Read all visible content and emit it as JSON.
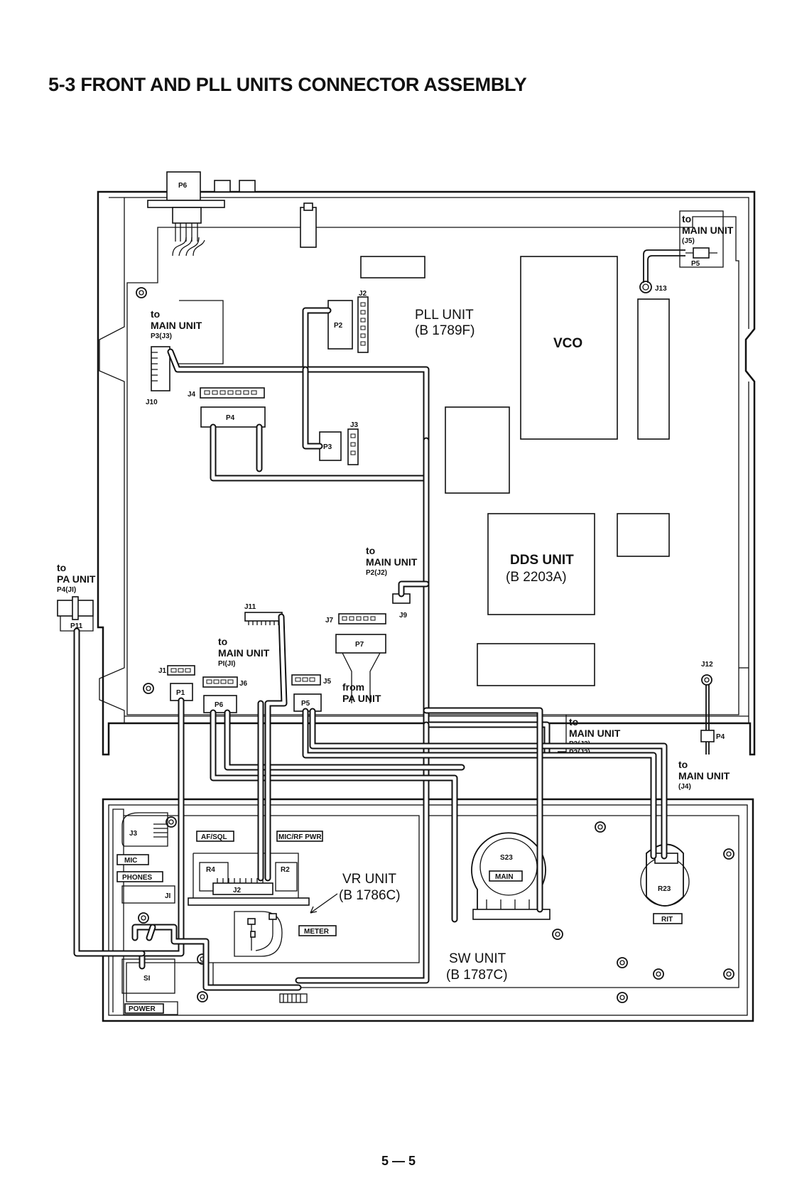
{
  "page": {
    "title": "5-3 FRONT AND PLL UNITS CONNECTOR ASSEMBLY",
    "page_number": "5 — 5"
  },
  "units": {
    "pll": {
      "name": "PLL UNIT",
      "code": "(B 1789F)"
    },
    "vco": {
      "name": "VCO"
    },
    "dds": {
      "name": "DDS UNIT",
      "code": "(B 2203A)"
    },
    "vr": {
      "name": "VR UNIT",
      "code": "(B 1786C)"
    },
    "sw": {
      "name": "SW UNIT",
      "code": "(B 1787C)"
    }
  },
  "connectors": {
    "p6_rear": "P6",
    "j2_pll": "J2",
    "p2": "P2",
    "j10": "J10",
    "j4": "J4",
    "p4": "P4",
    "j3_pll": "J3",
    "p3": "P3",
    "j13": "J13",
    "p5_top": "P5",
    "j9": "J9",
    "j7": "J7",
    "p7": "P7",
    "j11": "J11",
    "j1": "J1",
    "p1": "P1",
    "j6": "J6",
    "p6": "P6",
    "j5": "J5",
    "p5": "P5",
    "p11": "P11",
    "j12": "J12",
    "p4_right": "P4",
    "j3_vr": "J3",
    "j1_vr": "JI",
    "j2_vr": "J2",
    "r4": "R4",
    "r2": "R2",
    "s1": "SI",
    "s23": "S23",
    "r23": "R23"
  },
  "labels": {
    "to_main_j5": {
      "to": "to",
      "dest": "MAIN UNIT",
      "ref": "(J5)"
    },
    "to_main_p3j3": {
      "to": "to",
      "dest": "MAIN UNIT",
      "ref": "P3(J3)"
    },
    "to_main_p2j2": {
      "to": "to",
      "dest": "MAIN UNIT",
      "ref": "P2(J2)"
    },
    "to_pa": {
      "to": "to",
      "dest": "PA UNIT",
      "ref": "P4(JI)"
    },
    "to_main_p1j1": {
      "to": "to",
      "dest": "MAIN UNIT",
      "ref": "PI(JI)"
    },
    "from_pa": {
      "from": "from",
      "dest": "PA UNIT"
    },
    "to_main_p3p2": {
      "to": "to",
      "dest": "MAIN UNIT",
      "ref1": "P3(J3)",
      "ref2": "P2(J2)"
    },
    "to_main_j4": {
      "to": "to",
      "dest": "MAIN UNIT",
      "ref": "(J4)"
    }
  },
  "panel": {
    "af_sql": "AF/SQL",
    "mic_rf_pwr": "MIC/RF PWR",
    "mic": "MIC",
    "phones": "PHONES",
    "meter": "METER",
    "main": "MAIN",
    "rit": "RIT",
    "power": "POWER"
  }
}
